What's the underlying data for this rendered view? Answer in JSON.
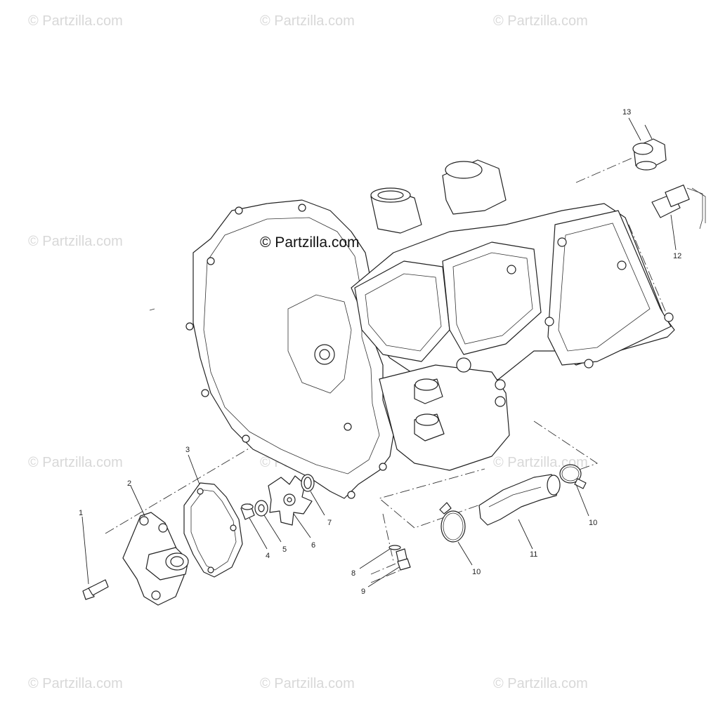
{
  "watermarks": {
    "repeat": "© Partzilla.com",
    "center": "© Partzilla.com"
  },
  "callouts": {
    "c1": "1",
    "c2": "2",
    "c3": "3",
    "c4": "4",
    "c5": "5",
    "c6": "6",
    "c7": "7",
    "c8": "8",
    "c9": "9",
    "c10a": "10",
    "c10b": "10",
    "c11": "11",
    "c12": "12",
    "c13": "13"
  },
  "colors": {
    "line": "#2a2a2a",
    "watermark": "#d8d8d8",
    "background": "#ffffff"
  }
}
